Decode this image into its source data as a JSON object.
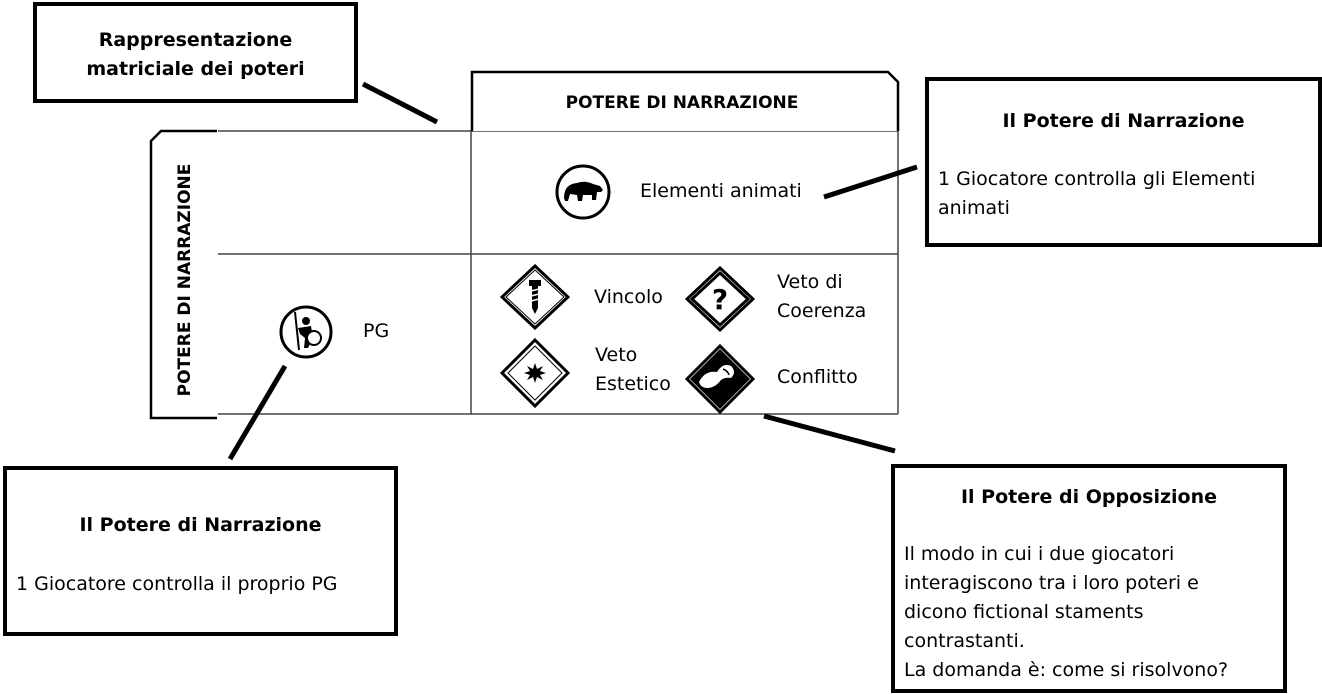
{
  "title_box": {
    "text": "Rappresentazione matriciale dei poteri"
  },
  "matrix": {
    "col_header": "POTERE DI NARRAZIONE",
    "row_header": "POTERE DI NARRAZIONE",
    "cells": {
      "elementi_animati": "Elementi animati",
      "pg": "PG",
      "vincolo": "Vincolo",
      "veto_coerenza": "Veto di Coerenza",
      "veto_estetico": "Veto Estetico",
      "conflitto": "Conflitto"
    }
  },
  "callouts": {
    "narrazione_elementi": {
      "title": "Il Potere di Narrazione",
      "body": "1 Giocatore controlla gli Elementi animati"
    },
    "narrazione_pg": {
      "title": "Il Potere di Narrazione",
      "body": "1 Giocatore controlla il proprio PG"
    },
    "opposizione": {
      "title": "Il Potere di Opposizione",
      "body_lines": [
        "Il modo in cui i due giocatori",
        "interagiscono tra i loro poteri e",
        "dicono fictional staments",
        "contrastanti.",
        "La domanda è: come si risolvono?"
      ]
    }
  },
  "icons": [
    "bear-icon",
    "character-icon",
    "screw-icon",
    "question-icon",
    "star-icon",
    "flex-arm-icon"
  ]
}
